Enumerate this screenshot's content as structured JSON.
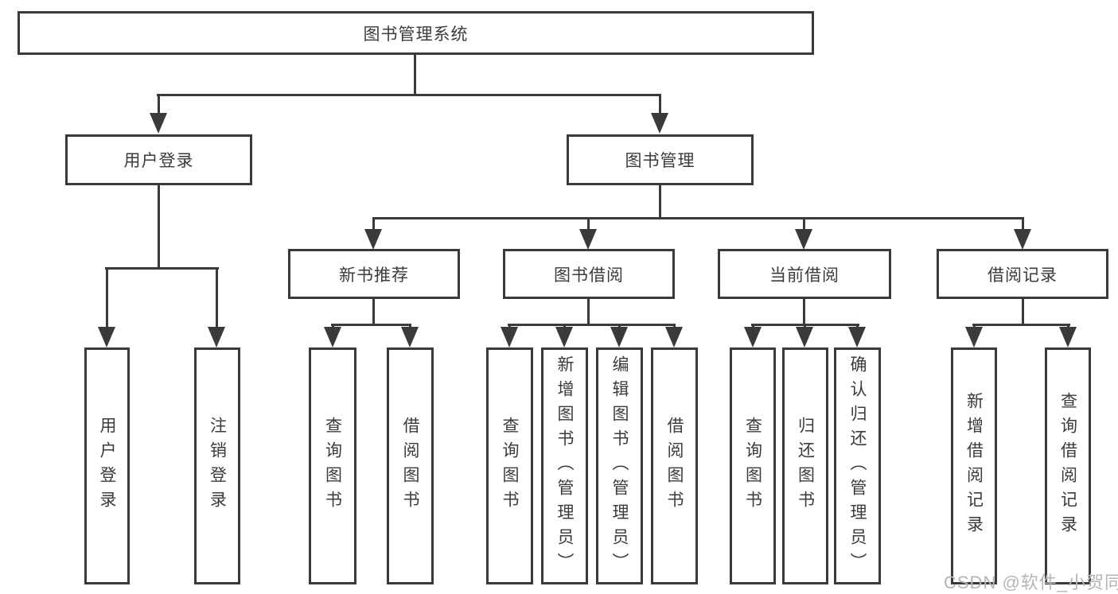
{
  "diagram": {
    "type": "hierarchy",
    "root": {
      "label": "图书管理系统",
      "children": [
        {
          "label": "用户登录",
          "children": [
            {
              "label": "用户登录"
            },
            {
              "label": "注销登录"
            }
          ]
        },
        {
          "label": "图书管理",
          "children": [
            {
              "label": "新书推荐",
              "children": [
                {
                  "label": "查询图书"
                },
                {
                  "label": "借阅图书"
                }
              ]
            },
            {
              "label": "图书借阅",
              "children": [
                {
                  "label": "查询图书"
                },
                {
                  "label": "新增图书（管理员）"
                },
                {
                  "label": "编辑图书（管理员）"
                },
                {
                  "label": "借阅图书"
                }
              ]
            },
            {
              "label": "当前借阅",
              "children": [
                {
                  "label": "查询图书"
                },
                {
                  "label": "归还图书"
                },
                {
                  "label": "确认归还（管理员）"
                }
              ]
            },
            {
              "label": "借阅记录",
              "children": [
                {
                  "label": "新增借阅记录"
                },
                {
                  "label": "查询借阅记录"
                }
              ]
            }
          ]
        }
      ]
    }
  },
  "watermark": {
    "text": "CSDN @软件_小贺同学"
  },
  "colors": {
    "line": "#3a3a3a",
    "text": "#3b3b3b",
    "background": "#ffffff",
    "watermark": "#b5b5b5"
  }
}
